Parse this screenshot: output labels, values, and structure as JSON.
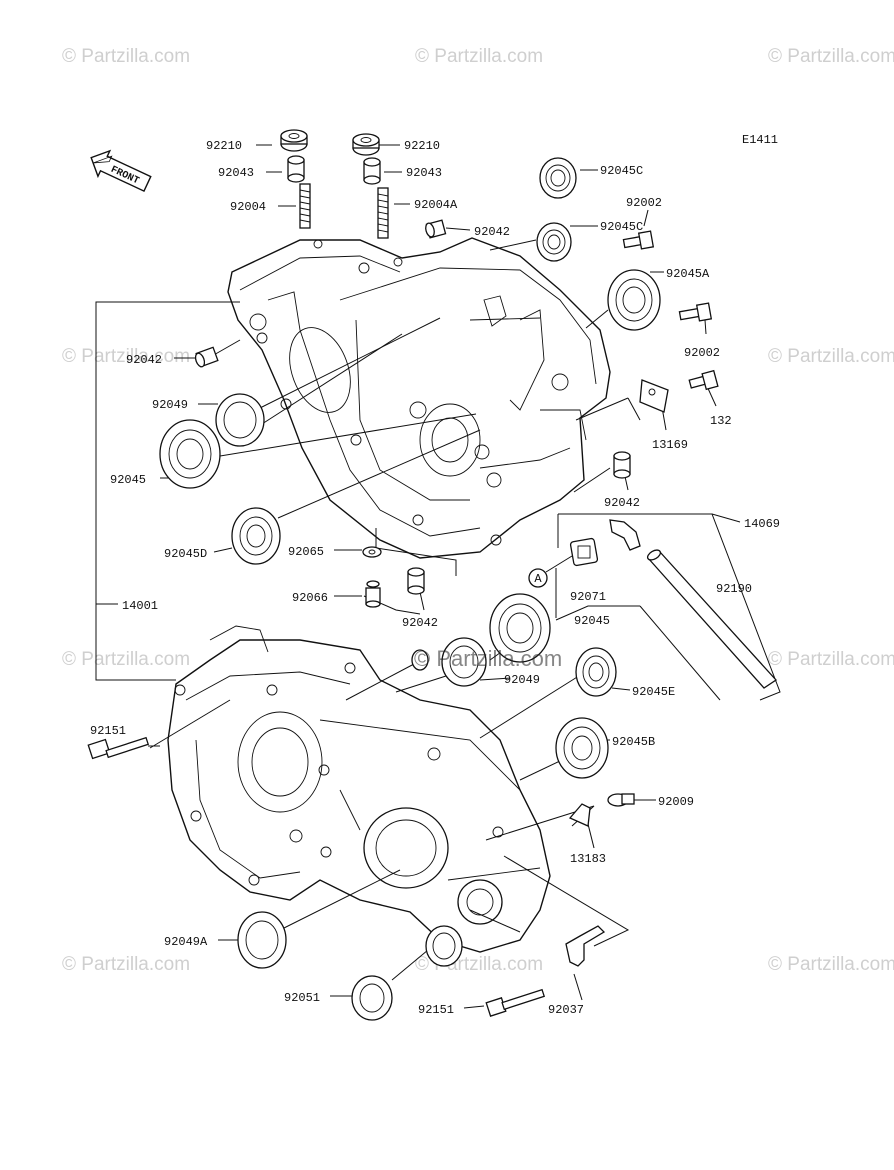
{
  "diagram_code": "E1411",
  "front_label": "FRONT",
  "callout_a": "A",
  "watermark": "© Partzilla.com",
  "center_watermark": "© Partzilla.com",
  "labels": {
    "p92210_l": "92210",
    "p92210_r": "92210",
    "p92043_l": "92043",
    "p92043_r": "92043",
    "p92004": "92004",
    "p92004A": "92004A",
    "p92042_top": "92042",
    "p92042_left": "92042",
    "p92042_right": "92042",
    "p92042_mid": "92042",
    "p92045C_1": "92045C",
    "p92045C_2": "92045C",
    "p92002_1": "92002",
    "p92002_2": "92002",
    "p92045A": "92045A",
    "p132": "132",
    "p13169": "13169",
    "p92049_1": "92049",
    "p92049_2": "92049",
    "p92049A": "92049A",
    "p92045_1": "92045",
    "p92045_2": "92045",
    "p92045D": "92045D",
    "p92045E": "92045E",
    "p92045B": "92045B",
    "p92065": "92065",
    "p92066": "92066",
    "p14001": "14001",
    "p14069": "14069",
    "p92071": "92071",
    "p92190": "92190",
    "p92151_1": "92151",
    "p92151_2": "92151",
    "p92009": "92009",
    "p13183": "13183",
    "p92051": "92051",
    "p92037": "92037"
  }
}
